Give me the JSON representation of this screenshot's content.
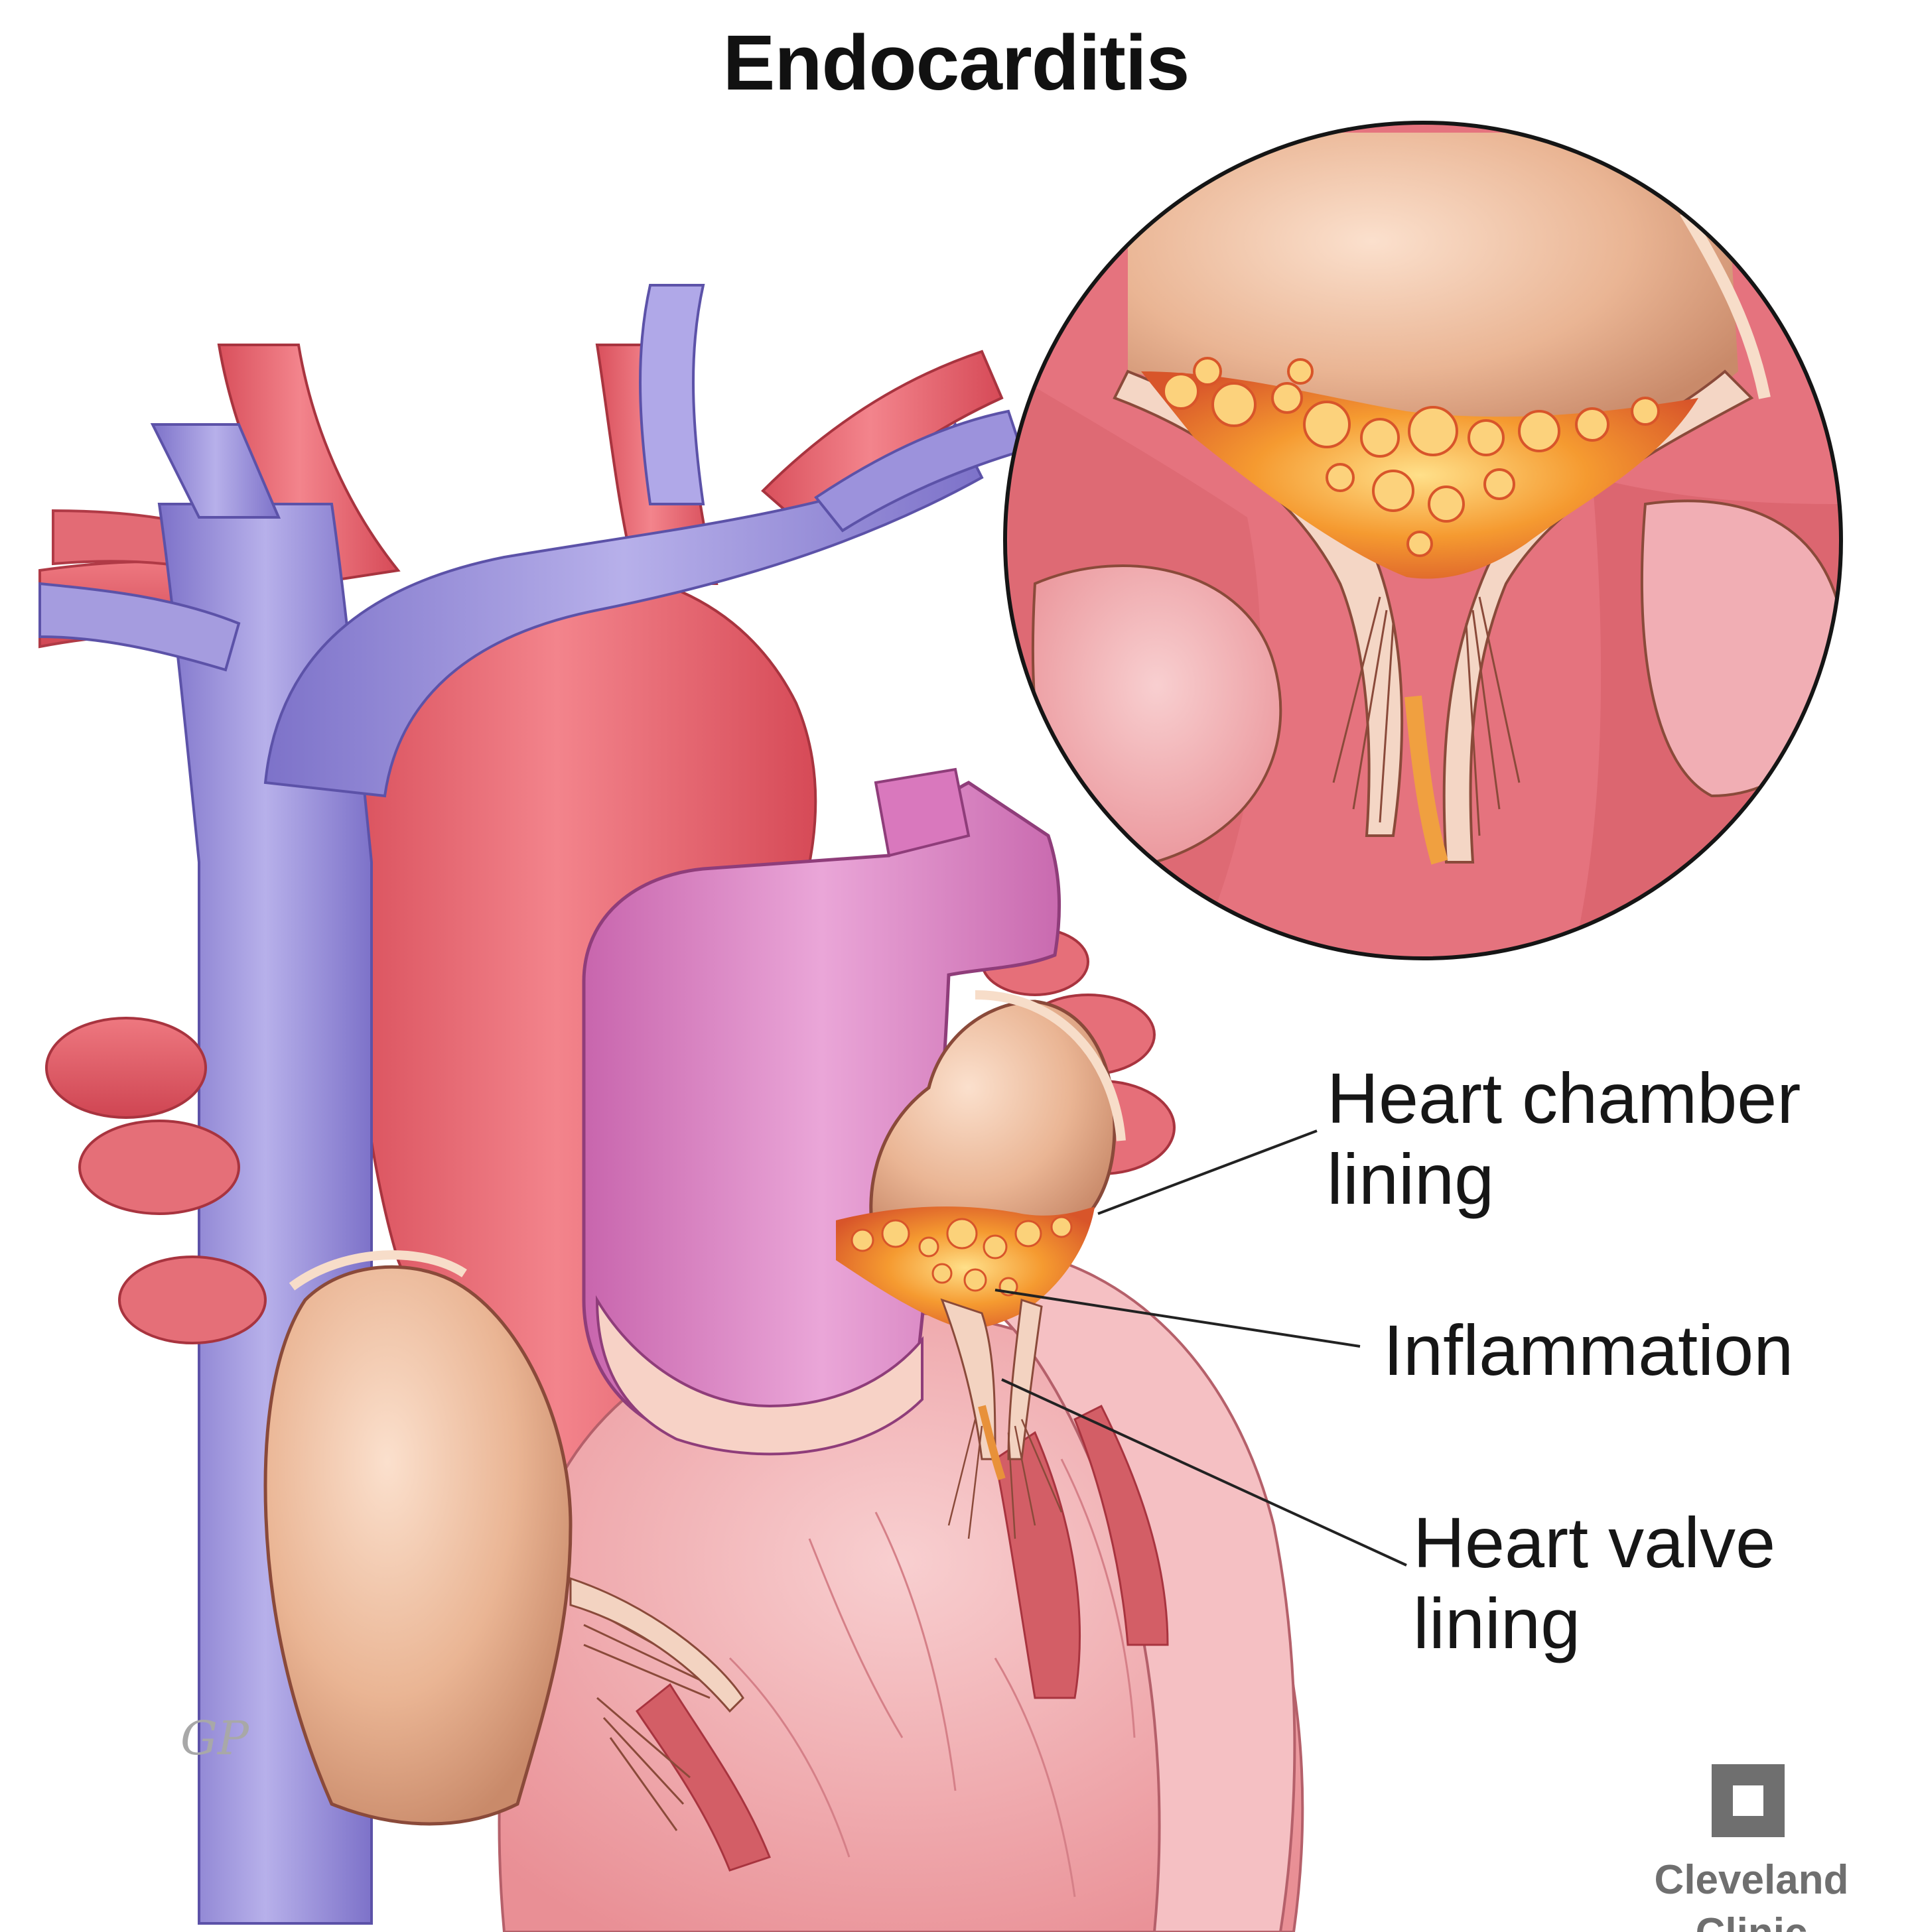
{
  "title": "Endocarditis",
  "labels": {
    "chamber": [
      "Heart chamber",
      "lining"
    ],
    "inflammation": "Inflammation",
    "valve": [
      "Heart valve",
      "lining"
    ]
  },
  "brand": [
    "Cleveland",
    "Clinic"
  ],
  "artist_signature": "GP",
  "colors": {
    "artery_red": "#e4606a",
    "vein_blue": "#9a8fd8",
    "pulmonary_pink": "#dc82c0",
    "chamber_tan": "#e9b08f",
    "inflammation_orange": "#f08a28",
    "muscle_pink": "#f4b7b9",
    "brand_gray": "#6f6f6f"
  }
}
